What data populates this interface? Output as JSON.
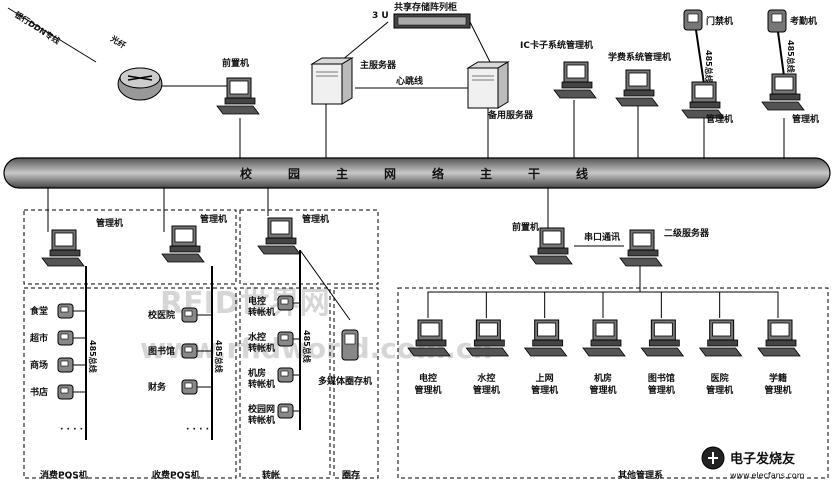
{
  "top": {
    "bank_line": "银行DDN专线",
    "fiber": "光纤",
    "front_machine": "前置机",
    "storage_3u": "3 U",
    "storage": "共享存储阵列柜",
    "main_server": "主服务器",
    "heartbeat": "心跳线",
    "backup_server": "备用服务器",
    "ic_mgr": "IC卡子系统管理机",
    "fee_mgr": "学费系统管理机",
    "door_machine": "门禁机",
    "door_mgr": "管理机",
    "door_bus": "485总线",
    "attendance_machine": "考勤机",
    "attendance_mgr": "管理机",
    "attendance_bus": "485总线"
  },
  "backbone": {
    "label": "校园主网络主干线"
  },
  "left": {
    "mgr1": "管理机",
    "mgr2": "管理机",
    "mgr3": "管理机",
    "points_a": [
      "食堂",
      "超市",
      "商场",
      "书店"
    ],
    "points_b": [
      "校医院",
      "图书馆",
      "财务"
    ],
    "bus_a": "485总线",
    "bus_b": "485总线",
    "transfer": [
      "电控转帐机",
      "水控转帐机",
      "机房转帐机",
      "校园网转帐机"
    ],
    "bus_c": "485总线",
    "kiosk": "多媒体圈存机",
    "dots": "· · · ·",
    "section_labels": [
      "消费POS机",
      "收费POS机",
      "转帐",
      "圈存"
    ]
  },
  "right": {
    "front": "前置机",
    "serial": "串口通讯",
    "secondary": "二级服务器",
    "machines": [
      [
        "电控",
        "管理机"
      ],
      [
        "水控",
        "管理机"
      ],
      [
        "上网",
        "管理机"
      ],
      [
        "机房",
        "管理机"
      ],
      [
        "图书馆",
        "管理机"
      ],
      [
        "医院",
        "管理机"
      ],
      [
        "学籍",
        "管理机"
      ]
    ],
    "section_label": "其他管理系"
  },
  "watermark": {
    "top": "RFID世界网",
    "bottom": "www.rfidworld.com.cn",
    "brand": "电子发烧友",
    "brand_url": "www.elecfans.com"
  }
}
